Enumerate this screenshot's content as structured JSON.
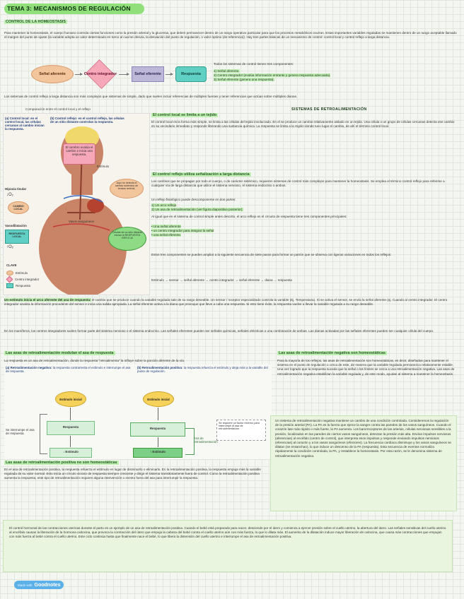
{
  "title": "TEMA 3: MECANISMOS DE REGULACIÓN",
  "sec1": {
    "heading": "CONTROL DE LA HOMEOSTASIS",
    "intro": "Para mantener la homeostasis, el cuerpo humano controla ciertas funciones como la presión arterial y la glucemia, que deben permanecer dentro de un rango operativo particular para que los procesos metabólicos ocurran. Estas importantes variables reguladas se mantienen dentro de un rango aceptable llamado el margen del punto de ajuste (la variable adopta un valor determinado en torno al cual se desvía, la desviación del punto de regulación, o valor óptimo (de referencia)). Hay tres partes básicas de un mecanismo de control: control local y control reflejo a larga distancia."
  },
  "flow": {
    "signal_aff": "Señal aferente",
    "integrator": "Centro integrador",
    "signal_eff": "Señal eferente",
    "response": "Respuesta"
  },
  "components": {
    "intro": "Todos los sistemas de control tienen tres componentes:",
    "items": [
      "1) Señal aferente.",
      "2) Centro integrador (evalúa información entrante y genera respuesta adecuada).",
      "3) Señal eferente (genera una respuesta)."
    ]
  },
  "local_vs": "Los sistemas de control reflejo a larga distancia son más complejos que sistemas de simple, dado que suelen incluir referencias de múltiples fuentes y tener referencias que actúan sobre múltiples dianas.",
  "figure": {
    "caption": "Comparación entre el control local y el reflejo",
    "a_label": "(a) Control local: en el control local, las células cercanas al cambio inician la respuesta.",
    "b_label": "(b) Control reflejo: en el control reflejo, las células de un sitio distante controlan la respuesta.",
    "brain_note": "El cerebro evalúa el cambio e inicia una respuesta.",
    "stimulus": "Estímulo",
    "heart_note": "Aquí se detecta el cambio sistémico de tensión arterial.",
    "hypoxia": "Hipoxia tisular",
    "o2_down": "↓O₂",
    "local_change": "CAMBIO LOCAL",
    "vessels": "Vasos sanguíneos",
    "vasodilation": "Vasodilatación",
    "local_response": "RESPUESTA LOCAL",
    "o2_up": "↑O₂",
    "distant_cells": "Células de un sitio distante inician la RESPUESTA REFLEJA",
    "key_title": "CLAVE",
    "key": [
      "Estímulo",
      "Centro integrador",
      "Respuesta"
    ]
  },
  "retro_head": "SISTEMAS DE RETROALIMENTACIÓN",
  "local_ctrl": {
    "heading": "El control local se limita a un tejido",
    "text": "El control local es la forma más simple, se limita a las células del tejido involucrado. En el se produce un cambio relativamente aislado en un tejido. Una célula o un grupo de células cercanas detecta ese cambio en su vecindario inmediato y responde liberando una sustancia química. La respuesta se limita a la región donde tuvo lugar el cambio, de ahí el término control local."
  },
  "reflex": {
    "heading": "El control reflejo utiliza señalización a larga distancia",
    "text1": "Los cambios que se propagan por todo el cuerpo, o de carácter sistémico, requieren sistemas de control más complejos para mantener la homeostasis. Se emplea el término control reflejo para referirse a cualquier vía de larga distancia que utilice el sistema nervioso, el sistema endocrino o ambos.",
    "text2": "Un reflejo fisiológico puede descomponerse en dos partes:",
    "parts": [
      "1) Un arco reflejo",
      "2) Un asa de retroalimentación (ver figura diapositiva posterior)."
    ],
    "text3": "Al igual que en el sistema de control simple antes descrito, el arco reflejo es el circuito de respuesta tiene tres componentes principales:",
    "comps": [
      "• Una señal aferente",
      "• un centro integrador para integrar la señal",
      "• una señal eferente."
    ],
    "text4": "Estos tres componentes se pueden ampliar a la siguiente secuencia de siete pasos para formar un patrón que se observa con ligeras variaciones en todos los reflejos:",
    "sequence": "Estímulo → sensor → señal aferente → centro integrador → señal eferente → diana → respuesta"
  },
  "arc": {
    "lead": "Un estímulo inicia el arco aferente del asa de respuesta:",
    "text": "el cambio que se produce cuando la variable regulada sale de su rango deseable. Un sensor / receptor especializado controla la variable (Ej. Temperatura). Si se activa el sensor, se envía la señal aferente (ej. Cuando al centro integrador. El centro integrador analiza la información procedente del sensor e inicia una salida apropiada. La señal eferente activa a la diana que provoque que lleve a cabo una respuesta. Si esto tiene éxito, la respuesta vuelve a llevar la variable regulada a su rango deseable.",
    "text2": "En los mamíferos, los centros integradores suelen formar parte del sistema nervioso o el sistema endocrino. Las señales eferentes pueden ser señales químicas, señales eléctricas o una combinación de ambas. Las dianas activadas por las señales eferentes pueden ser cualquier célula del cuerpo."
  },
  "loops": {
    "heading": "Las asas de retroalimentación modulan el asa de respuesta",
    "text": "La respuesta es un asa de retroalimentación, donde la respuesta \"retroalimenta\" la influye sobre la porción aferente de la vía.",
    "neg_title": "(a) Retroalimentación negativa:",
    "neg_sub": "la respuesta contrarresta el estímulo e interrumpe el asa de respuesta.",
    "pos_title": "(b) Retroalimentación positiva:",
    "pos_sub": "la respuesta refuerza el estímulo y aleja más a la variable del punto de regulación.",
    "stim_initial": "Estímulo inicial",
    "response": "Respuesta",
    "stimulus": "Estímulo",
    "stop_note": "Se interrumpe el asa de respuesta.",
    "pos_loop": "Asa de retroalimentación",
    "pos_stim": "↑ Estímulo",
    "neg_stim": "↓ Estímulo",
    "ext_note": "Se requiere un factor externo para interrumpir el asa de retroalimentación."
  },
  "homeostasis": {
    "heading": "Las asas de retroalimentación negativa son homeostáticas",
    "text": "Para la mayoría de los reflejos, las asas de retroalimentación son homeostáticas, es decir, diseñadas para mantener el sistema en el punto de regulación o cerca de este, de manera que la variable regulada permanezca relativamente estable. Una vez logrado que la respuesta suceda que la señal o los límites se cerca a una retroalimentación negativa. Las asas de retroalimentación negativa estabilizan la variable regulada y, de este modo, ayudan al sistema a mantener la homeostasis."
  },
  "example_box": "Un sistema de retroalimentación negativa mantiene un cambio de una condición controlada. Consideremos la regulación de la presión arterial (PA). La PA es la fuerza que ejerce la sangre contra las paredes de los vasos sanguíneos. Cuando el corazón late más rápido o más fuerte, la PA aumenta. Los barorreceptores de las arterias, células nerviosas sensibles a la presión, localizados en las paredes de ciertos vasos sanguíneos, detectan la presión más alta. Envían impulsos nerviosos (aferencias) al encéfalo (centro de control), que interpreta esos impulsos y responde enviando impulsos nerviosos (eferencias) al corazón y a los vasos sanguíneos (efectores). La frecuencia cardíaca disminuye y los vasos sanguíneos se dilatan (se ensanchan), lo que induce un descenso de la PA (respuesta). Esta secuencia de eventos normaliza rápidamente la condición controlada, la PA, y restablece la homeostasis. Por esta razón, se le denomina sistema de retroalimentación negativa.",
  "positive": {
    "heading": "Las asas de retroalimentación positiva no son homeostáticas",
    "text": "En el asa de retroalimentación positiva, la respuesta refuerza el estímulo en lugar de disminuirlo o eliminarlo. En la retroalimentación positiva, la respuesta empuja más la variable regulada de su valor normal. Esto inicia un círculo vicioso de respuesta siempre creciente y dirige el sistema transitoriamente fuera de control. Como la retroalimentación positiva aumenta la respuesta, este tipo de retroalimentación requiere alguna intervención o evento fuera del asa para interrumpir la respuesta."
  },
  "birth": "El control hormonal de las contracciones uterinas durante el parto es un ejemplo de un asa de retroalimentación positiva. Cuando el bebé está preparado para nacer, desciende por el útero y comienza a ejercer presión sobre el cuello uterino, la abertura del útero. Las señales sensitivas del cuello uterino al encéfalo causan la liberación de la hormona oxitocina, que provoca la contracción del útero que empuja la cabeza del bebé contra el cuello uterino aún con más fuerza, lo que lo dilata más. El aumento de la dilatación induce mayor liberación de oxitocina, que causa más contracciones que empujan con más fuerza al bebé contra el cuello uterino. Este ciclo continúa hasta que finalmente nace el bebé, lo que libera la distensión del cuello uterino e interrumpe el asa de retroalimentación positiva.",
  "footer": {
    "made_with": "Made with",
    "brand": "Goodnotes"
  },
  "colors": {
    "title_bg": "#8fe07a",
    "highlight": "#bff0b2",
    "stimulus": "#f3c59c",
    "integrator": "#f6a7b8",
    "response": "#5fd0c3"
  }
}
